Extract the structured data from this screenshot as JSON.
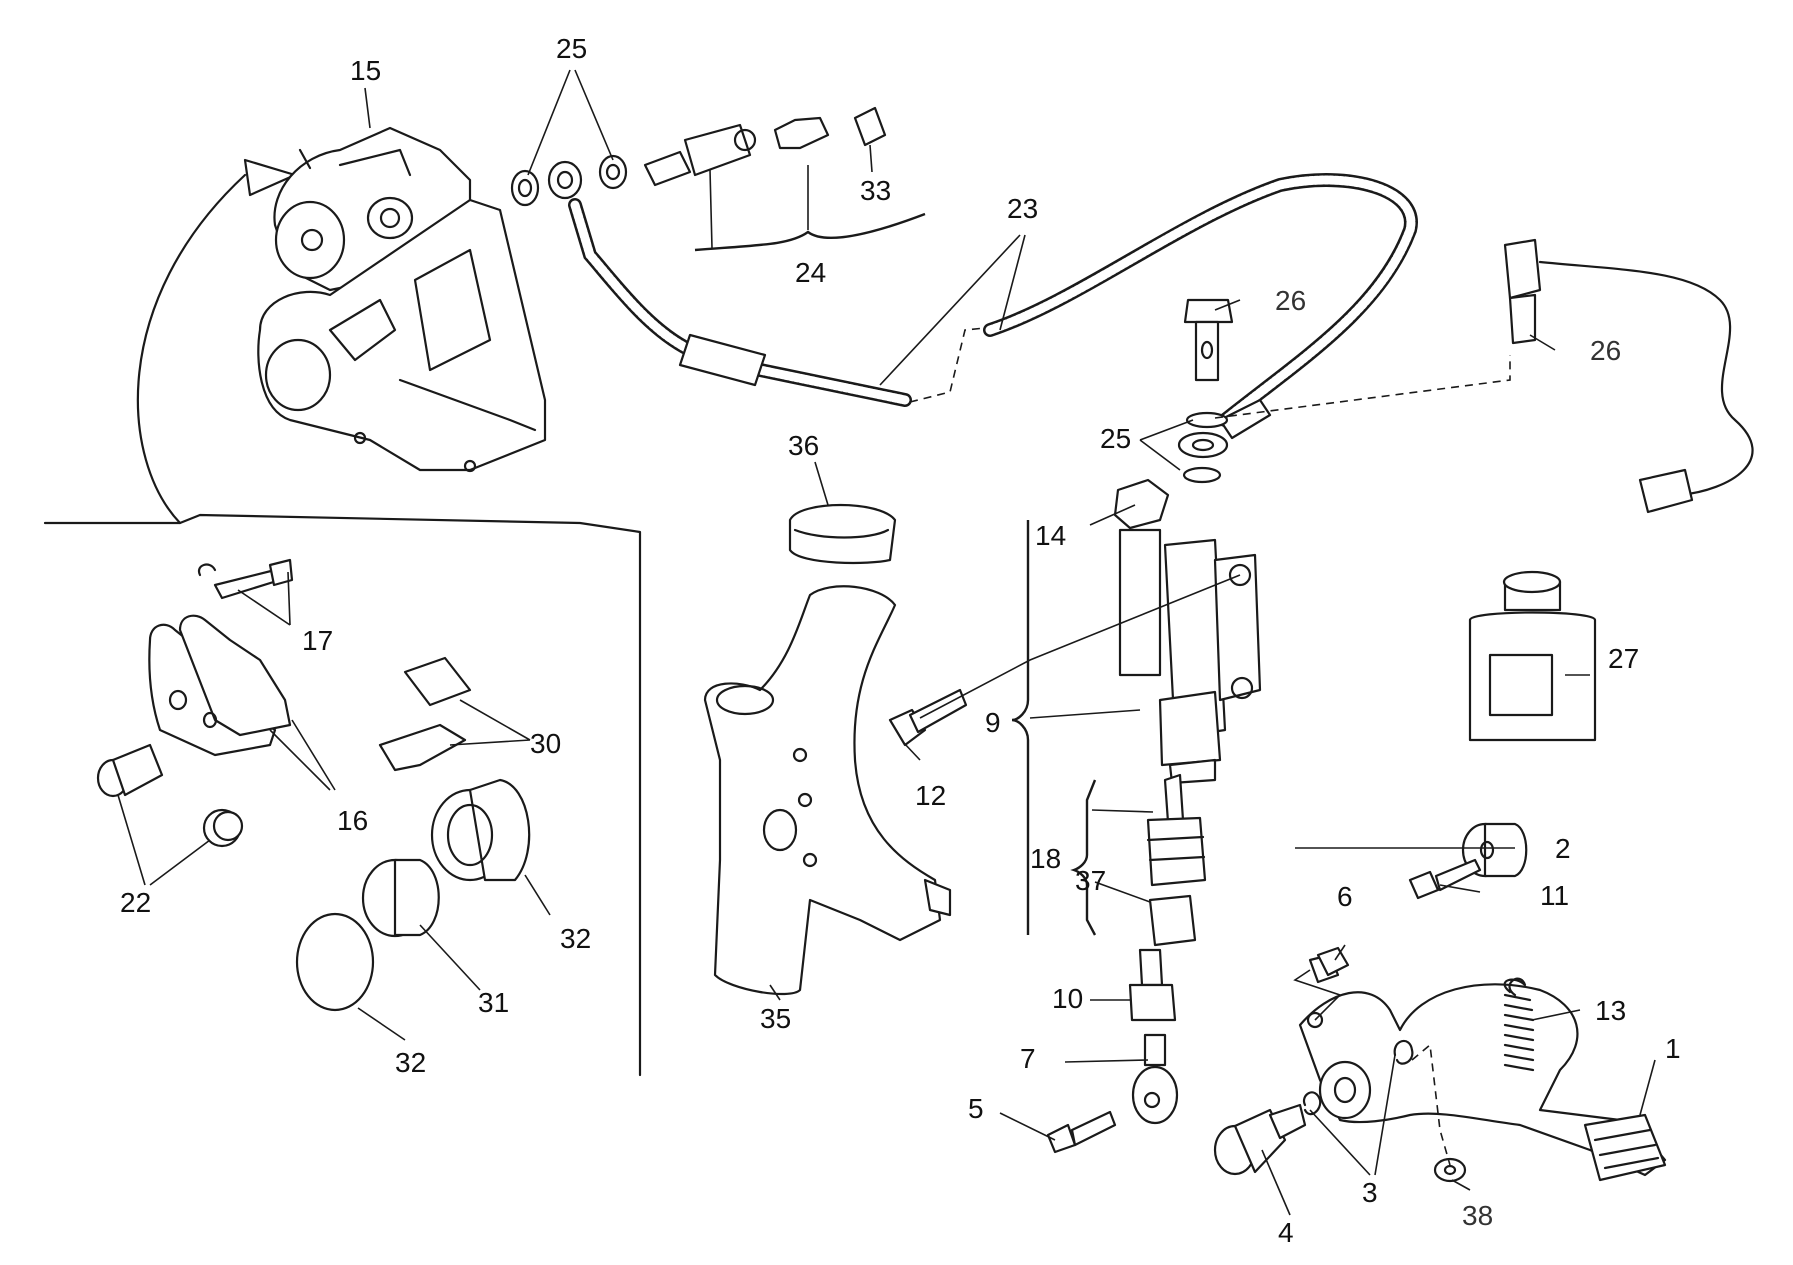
{
  "callouts": {
    "c1": "1",
    "c2": "2",
    "c3": "3",
    "c4": "4",
    "c5": "5",
    "c6": "6",
    "c7": "7",
    "c9": "9",
    "c10": "10",
    "c11": "11",
    "c12": "12",
    "c13": "13",
    "c14": "14",
    "c15": "15",
    "c16": "16",
    "c17": "17",
    "c18": "18",
    "c22": "22",
    "c23": "23",
    "c24": "24",
    "c25": "25",
    "c26": "26",
    "c27": "27",
    "c30": "30",
    "c31": "31",
    "c32": "32",
    "c33": "33",
    "c35": "35",
    "c36": "36",
    "c37": "37",
    "c38": "38"
  },
  "colors": {
    "line": "#1a1a1a",
    "background": "#ffffff",
    "label": "#111111"
  }
}
